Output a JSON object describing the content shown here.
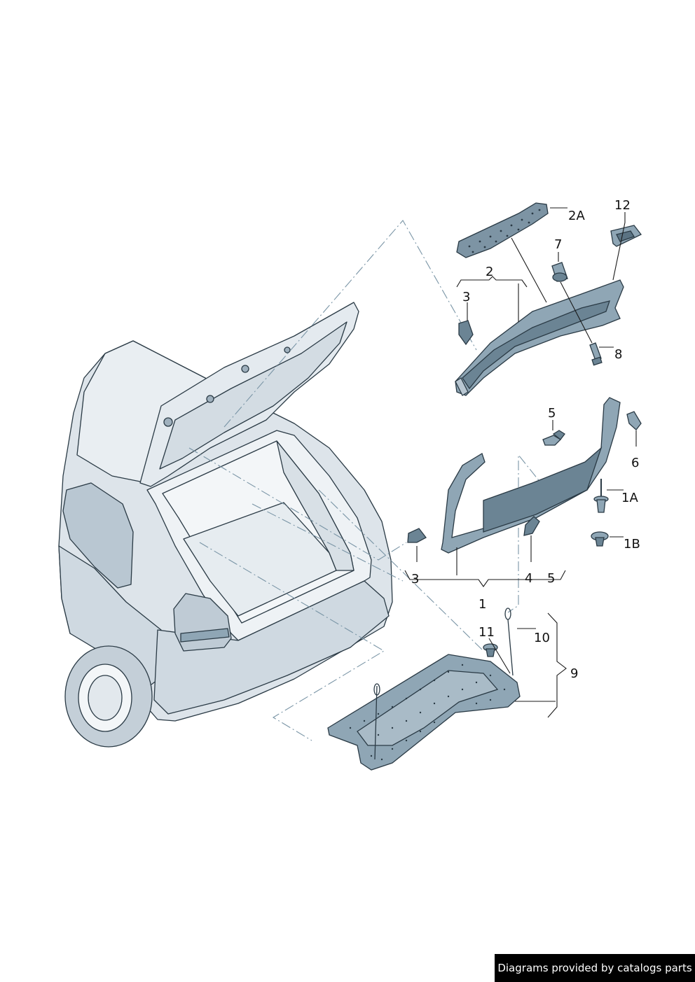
{
  "callouts": {
    "c_2A": "2A",
    "c_12": "12",
    "c_7": "7",
    "c_2": "2",
    "c_3_top": "3",
    "c_8": "8",
    "c_5_top": "5",
    "c_6": "6",
    "c_1A": "1A",
    "c_1B": "1B",
    "c_3_bottom": "3",
    "c_4": "4",
    "c_5_bottom": "5",
    "c_1": "1",
    "c_11": "11",
    "c_10": "10",
    "c_9": "9"
  },
  "footer": {
    "credit": "Diagrams provided by catalogs parts"
  },
  "colors": {
    "background": "#ffffff",
    "part_fill": "#8fa6b5",
    "part_dark": "#5b7383",
    "car_body": "#dde4ea",
    "car_shadow": "#c4cfd8",
    "outline": "#2a3a45",
    "leader": "#1a1a1a",
    "dash_line": "#7a95a6",
    "credit_background": "#000000",
    "credit_text": "#ffffff"
  }
}
